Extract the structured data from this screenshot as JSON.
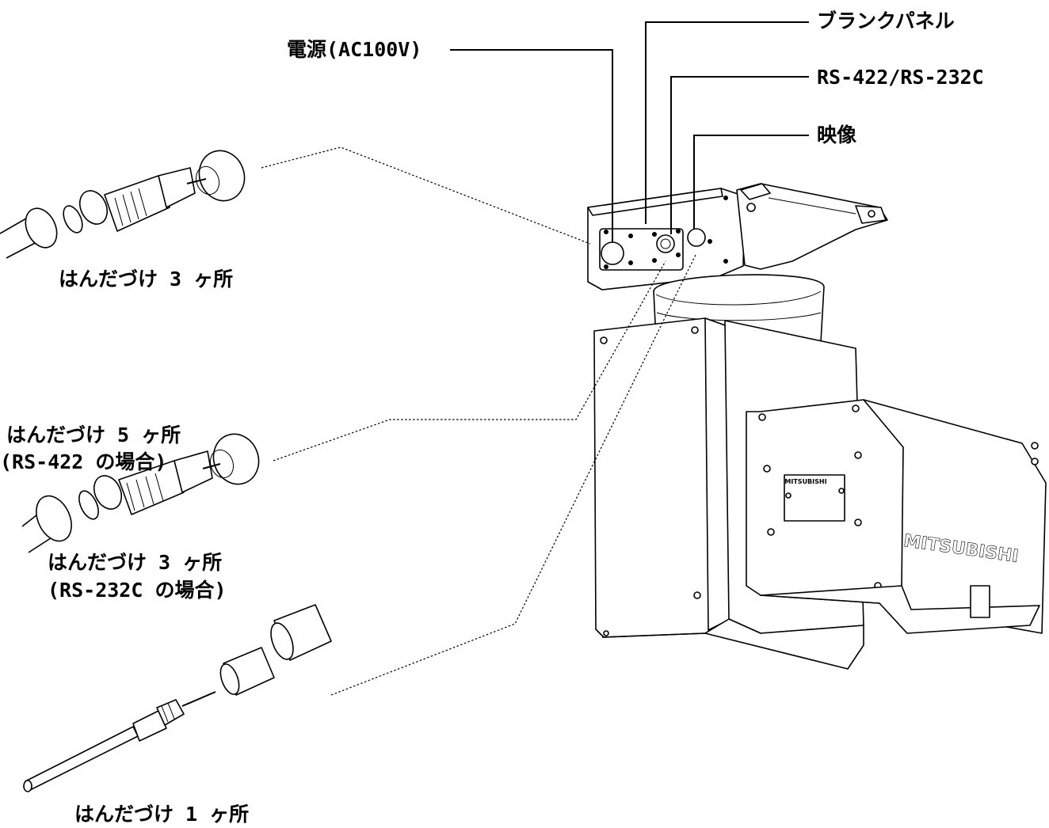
{
  "callouts": {
    "blank_panel": "ブランクパネル",
    "power": "電源(AC100V)",
    "serial": "RS-422/RS-232C",
    "video": "映像"
  },
  "solder": {
    "power_connector": "はんだづけ 3 ヶ所",
    "serial_connector_rs422": "はんだづけ 5 ヶ所",
    "serial_connector_rs422_note": "(RS-422 の場合)",
    "serial_connector_rs232c": "はんだづけ 3 ヶ所",
    "serial_connector_rs232c_note": "(RS-232C の場合)",
    "video_connector": "はんだづけ 1 ヶ所"
  },
  "brand": {
    "side_logo": "MITSUBISHI",
    "plate_logo": "MITSUBISHI"
  }
}
